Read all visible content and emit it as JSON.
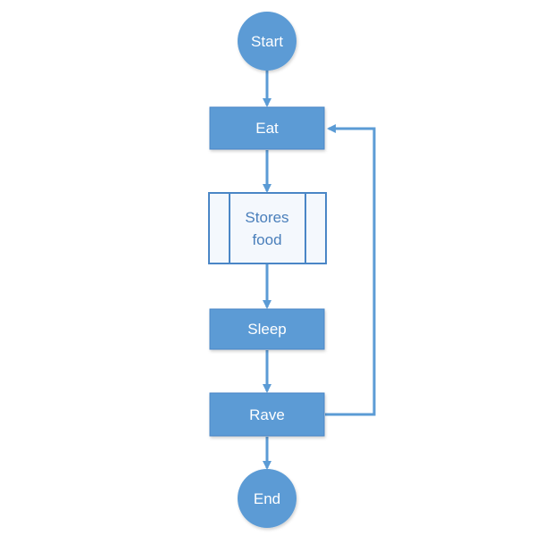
{
  "diagram": {
    "nodes": {
      "start": "Start",
      "eat": "Eat",
      "stores_food_line1": "Stores",
      "stores_food_line2": "food",
      "sleep": "Sleep",
      "rave": "Rave",
      "end": "End"
    },
    "colors": {
      "fill": "#5b9bd5",
      "stroke": "#4a86c6",
      "arrow": "#5b9bd5",
      "subprocess_fill": "#f4f8fd",
      "text_light": "#ffffff",
      "text_blue": "#4a7fbb"
    }
  }
}
